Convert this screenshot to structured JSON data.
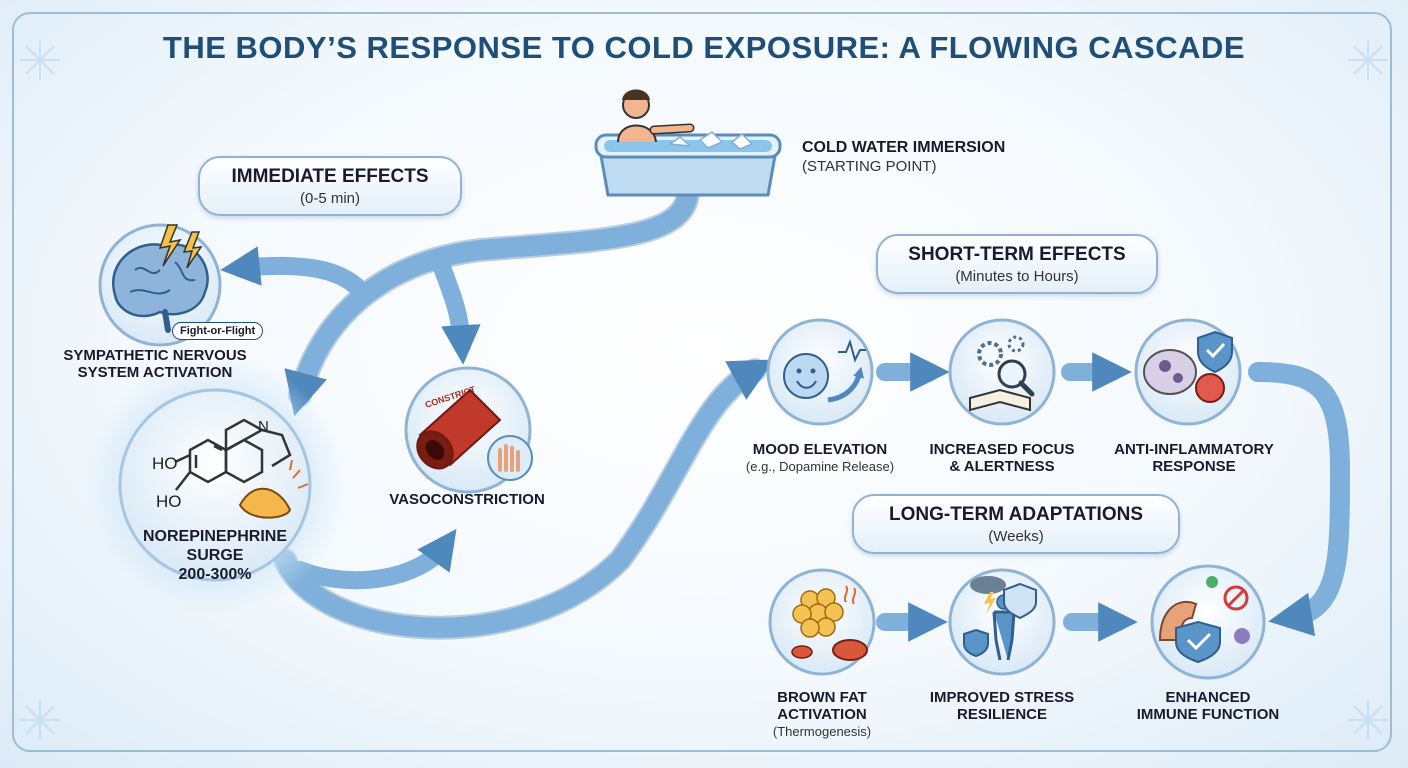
{
  "title": "THE BODY’S RESPONSE TO COLD EXPOSURE: A FLOWING CASCADE",
  "start": {
    "label": "COLD WATER IMMERSION",
    "sub": "(STARTING POINT)"
  },
  "immediate": {
    "title": "IMMEDIATE EFFECTS",
    "sub": "(0-5 min)"
  },
  "short_term": {
    "title": "SHORT-TERM EFFECTS",
    "sub": "(Minutes to Hours)"
  },
  "long_term": {
    "title": "LONG-TERM ADAPTATIONS",
    "sub": "(Weeks)"
  },
  "sympathetic": {
    "badge": "Fight-or-Flight",
    "line1": "SYMPATHETIC NERVOUS",
    "line2": "SYSTEM ACTIVATION"
  },
  "norepinephrine": {
    "line1": "NOREPINEPHRINE",
    "line2": "SURGE",
    "line3": "200-300%",
    "ho1": "HO",
    "ho2": "HO",
    "n": "N"
  },
  "vasoconstriction": {
    "label": "VASOCONSTRICTION",
    "tag": "CONSTRICT"
  },
  "mood": {
    "label": "MOOD ELEVATION",
    "sub": "(e.g., Dopamine Release)"
  },
  "focus": {
    "line1": "INCREASED FOCUS",
    "line2": "& ALERTNESS"
  },
  "anti": {
    "line1": "ANTI-INFLAMMATORY",
    "line2": "RESPONSE"
  },
  "brown_fat": {
    "line1": "BROWN FAT",
    "line2": "ACTIVATION",
    "sub": "(Thermogenesis)"
  },
  "stress": {
    "line1": "IMPROVED STRESS",
    "line2": "RESILIENCE"
  },
  "immune": {
    "line1": "ENHANCED",
    "line2": "IMMUNE FUNCTION"
  },
  "colors": {
    "arrow": "#5b95c8",
    "arrow_light": "#a9cceb",
    "title": "#1f4e79",
    "node_fill": "#e6f1fa",
    "node_stroke": "#8fb3d4"
  }
}
